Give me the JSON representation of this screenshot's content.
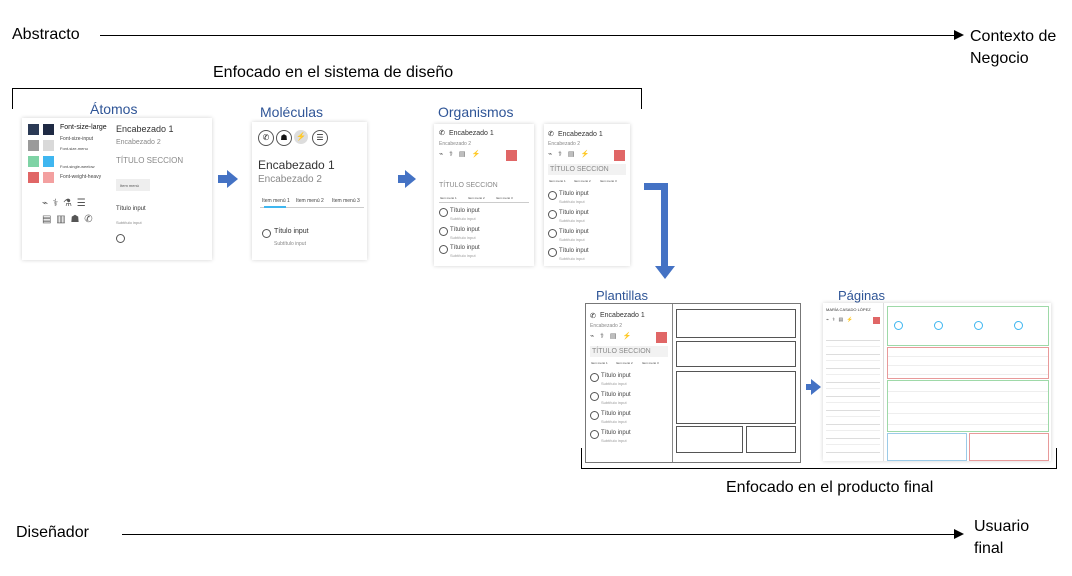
{
  "axis_top": {
    "left": "Abstracto",
    "right": "Contexto de Negocio"
  },
  "axis_bottom": {
    "left": "Diseñador",
    "right": "Usuario final"
  },
  "design_system_label": "Enfocado en el sistema de diseño",
  "final_product_label": "Enfocado en el producto final",
  "stages": {
    "atoms": "Átomos",
    "molecules": "Moléculas",
    "organisms": "Organismos",
    "templates": "Plantillas",
    "pages": "Páginas"
  },
  "atoms": {
    "font_labels": [
      "Font-size-large",
      "Font-size-input",
      "Font-size-menu",
      "Font-single-weelow",
      "Font-weight-heavy"
    ],
    "heading1": "Encabezado 1",
    "heading2": "Encabezado 2",
    "section_title": "TÍTULO SECCION",
    "menu_item": "Item menú",
    "input_title": "Título input",
    "input_subtitle": "Subtítulo input",
    "swatch_colors": [
      "#2b3a55",
      "#1f2a44",
      "#9a9a9a",
      "#d9d9d9",
      "#7ed3a5",
      "#3fb6f0",
      "#e06666",
      "#f3a0a0"
    ]
  },
  "molecules": {
    "heading1": "Encabezado 1",
    "heading2": "Encabezado 2",
    "menu_items": [
      "Item menú 1",
      "Item menú 2",
      "Item menú 3"
    ],
    "input_title": "Título input",
    "input_subtitle": "Subtítulo input"
  },
  "organisms": {
    "heading1": "Encabezado 1",
    "heading2": "Encabezado 2",
    "section_title": "TÍTULO SECCION",
    "menu_items": [
      "Item menú 1",
      "Item menú 2",
      "Item menú 3"
    ],
    "input_title": "Título input",
    "input_subtitle": "Subtítulo input"
  },
  "templates": {
    "heading1": "Encabezado 1",
    "heading2": "Encabezado 2",
    "section_title": "TÍTULO SECCION",
    "menu_items": [
      "Item menú 1",
      "Item menú 2",
      "Item menú 3"
    ],
    "input_title": "Título input",
    "input_subtitle": "Subtítulo input"
  },
  "pages": {
    "patient_name": "MARÍA CASADO LÓPEZ"
  }
}
